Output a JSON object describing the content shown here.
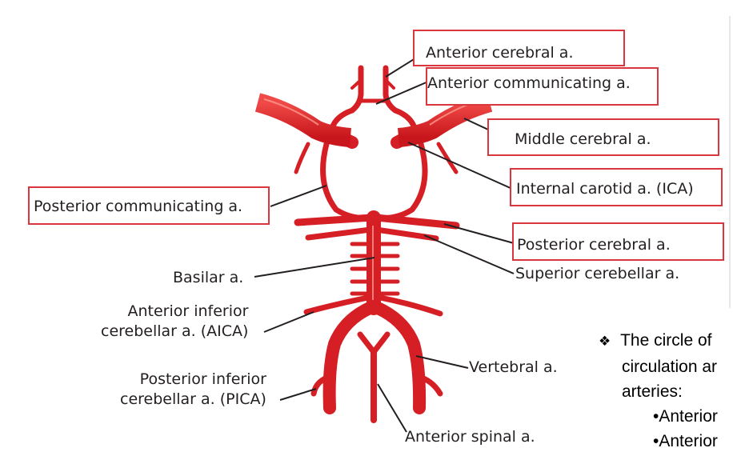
{
  "labels": {
    "anterior_cerebral": "Anterior cerebral a.",
    "anterior_communicating": "Anterior communicating a.",
    "middle_cerebral": "Middle cerebral a.",
    "internal_carotid": "Internal carotid a. (ICA)",
    "posterior_communicating": "Posterior communicating a.",
    "posterior_cerebral": "Posterior cerebral a.",
    "superior_cerebellar": "Superior cerebellar a.",
    "basilar": "Basilar a.",
    "aica_line1": "Anterior inferior",
    "aica_line2": "cerebellar a. (AICA)",
    "vertebral": "Vertebral a.",
    "pica_line1": "Posterior inferior",
    "pica_line2": "cerebellar a. (PICA)",
    "anterior_spinal": "Anterior spinal a."
  },
  "notes": {
    "bullet_symbol": "❖",
    "line1": "The circle of",
    "line2": "circulation ar",
    "line3": "arteries:",
    "item1": "•Anterior",
    "item2": "•Anterior"
  },
  "colors": {
    "artery": "#e3262a",
    "artery_shadow": "#a81318",
    "highlight_box": "#d9363e"
  }
}
